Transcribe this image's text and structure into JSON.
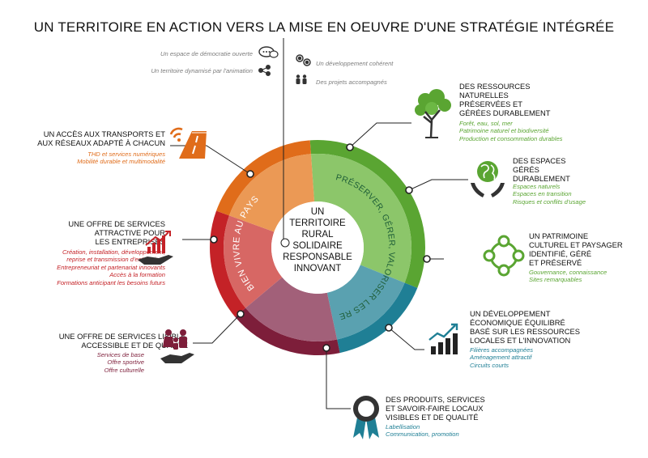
{
  "title": "UN TERRITOIRE EN ACTION VERS LA MISE EN OEUVRE D'UNE STRATÉGIE INTÉGRÉE",
  "top_items": {
    "left": [
      "Un espace de démocratie ouverte",
      "Un territoire dynamisé par l'animation"
    ],
    "right": [
      "Un développement cohérent",
      "Des projets accompagnés"
    ]
  },
  "center": [
    "UN",
    "TERRITOIRE",
    "RURAL",
    "SOLIDAIRE",
    "RESPONSABLE",
    "INNOVANT"
  ],
  "ring_labels": {
    "left": "BIEN VIVRE AU PAYS",
    "right": "PRÉSERVER, GÉRER, VALORISER LES RESSOURCES"
  },
  "colors": {
    "green_dark": "#5aa532",
    "green_light": "#8cc66a",
    "orange": "#e06c1a",
    "orange_light": "#eb9955",
    "red": "#c42227",
    "red_light": "#d76764",
    "maroon": "#7d1e3a",
    "maroon_light": "#a26079",
    "teal": "#1f7f95",
    "teal_light": "#5aa1b0"
  },
  "left_blocks": [
    {
      "heading": [
        "UN ACCÈS AUX TRANSPORTS ET",
        "AUX RÉSEAUX ADAPTÉ À CHACUN"
      ],
      "subs": [
        "THD et services numériques",
        "Mobilité durable et multimodalité"
      ],
      "icon": "road-wifi-icon"
    },
    {
      "heading": [
        "UNE OFFRE DE SERVICES",
        "ATTRACTIVE POUR",
        "LES ENTREPRISES"
      ],
      "subs": [
        "Création, installation, développement,",
        "reprise et transmission d'entreprises",
        "Entrepreneuriat et partenariat innovants",
        "Accès à la formation",
        "Formations anticipant les besoins futurs"
      ],
      "icon": "hand-growth-chart-icon"
    },
    {
      "heading": [
        "UNE OFFRE DE SERVICES LISIBLE,",
        "ACCESSIBLE ET DE QUALITÉ"
      ],
      "subs": [
        "Services de base",
        "Offre sportive",
        "Offre culturelle"
      ],
      "icon": "family-hand-icon"
    }
  ],
  "right_blocks": [
    {
      "heading": [
        "DES RESSOURCES",
        "NATURELLES",
        "PRÉSERVÉES ET",
        "GÉRÉES DURABLEMENT"
      ],
      "subs": [
        "Forêt, eau, sol, mer",
        "Patrimoine naturel et biodiversité",
        "Production et consommation durables"
      ],
      "icon": "tree-icon"
    },
    {
      "heading": [
        "DES ESPACES",
        "GÉRÉS",
        "DURABLEMENT"
      ],
      "subs": [
        "Espaces naturels",
        "Espaces en transition",
        "Risques et conflits d'usage"
      ],
      "icon": "globe-hands-icon"
    },
    {
      "heading": [
        "UN PATRIMOINE",
        "CULTUREL ET PAYSAGER",
        "IDENTIFIÉ, GÉRÉ",
        "ET PRÉSERVÉ"
      ],
      "subs": [
        "Gouvernance, connaissance",
        "Sites remarquables"
      ],
      "icon": "network-ring-icon"
    },
    {
      "heading": [
        "UN DÉVELOPPEMENT",
        "ÉCONOMIQUE ÉQUILIBRÉ",
        "BASÉ SUR LES RESSOURCES",
        "LOCALES ET L'INNOVATION"
      ],
      "subs": [
        "Filières accompagnées",
        "Aménagement attractif",
        "Circuits courts"
      ],
      "icon": "growth-bars-icon"
    }
  ],
  "bottom_block": {
    "heading": [
      "DES PRODUITS, SERVICES",
      "ET SAVOIR-FAIRE LOCAUX",
      "VISIBLES ET DE QUALITÉ"
    ],
    "subs": [
      "Labellisation",
      "Communication, promotion"
    ],
    "icon": "medal-icon"
  }
}
